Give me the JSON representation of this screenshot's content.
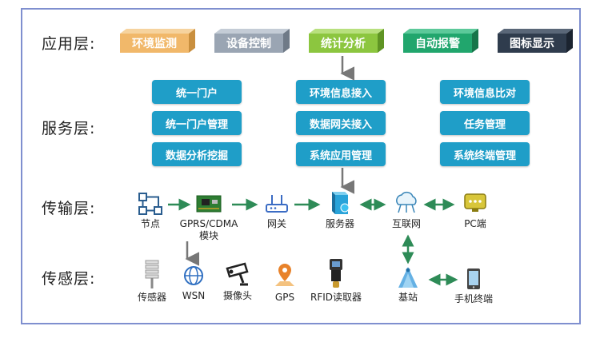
{
  "layers": {
    "application": "应用层:",
    "service": "服务层:",
    "transport": "传输层:",
    "sensing": "传感层:"
  },
  "app_boxes": [
    {
      "label": "环境监测",
      "color": "#f1b86a"
    },
    {
      "label": "设备控制",
      "color": "#9aa5b3"
    },
    {
      "label": "统计分析",
      "color": "#8cc63f"
    },
    {
      "label": "自动报警",
      "color": "#21a66d"
    },
    {
      "label": "图标显示",
      "color": "#2f3c4d"
    }
  ],
  "services": {
    "col1": [
      "统一门户",
      "统一门户管理",
      "数据分析挖掘"
    ],
    "col2": [
      "环境信息接入",
      "数据网关接入",
      "系统应用管理"
    ],
    "col3": [
      "环境信息比对",
      "任务管理",
      "系统终端管理"
    ]
  },
  "transport_nodes": {
    "node": "节点",
    "gprs": "GPRS/CDMA",
    "gprs_sub": "模块",
    "gateway": "网关",
    "server": "服务器",
    "internet": "互联网",
    "pc": "PC端"
  },
  "sensing_nodes": {
    "sensor": "传感器",
    "wsn": "WSN",
    "camera": "摄像头",
    "gps": "GPS",
    "rfid": "RFID读取器",
    "basestation": "基站",
    "mobile": "手机终端"
  },
  "colors": {
    "border": "#7f8fcf",
    "service": "#1f9ec8",
    "arrow_green": "#2e8b57",
    "arrow_gray": "#777777"
  }
}
